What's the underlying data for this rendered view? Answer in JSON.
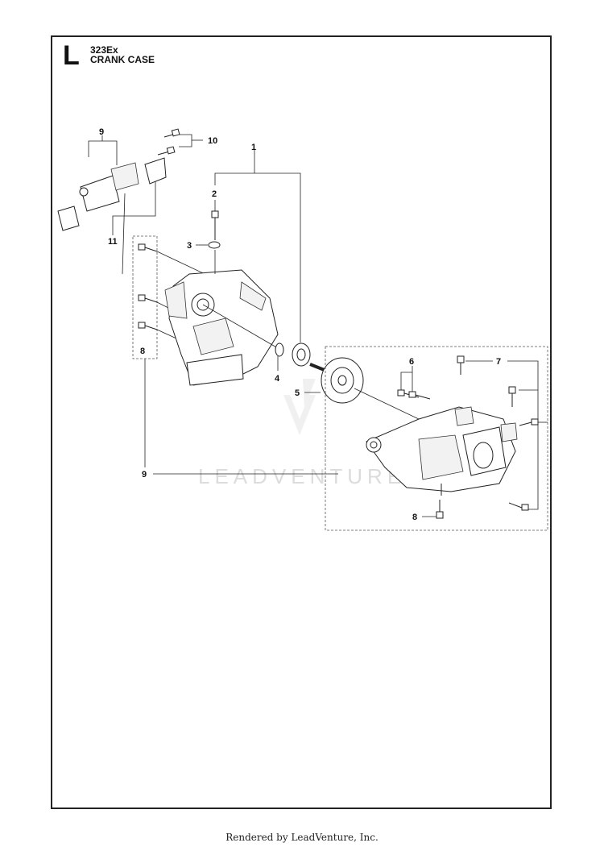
{
  "header": {
    "section_letter": "L",
    "model": "323Ex",
    "title": "CRANK CASE"
  },
  "callouts": {
    "c1": "1",
    "c2": "2",
    "c3": "3",
    "c4": "4",
    "c5": "5",
    "c6": "6",
    "c7": "7",
    "c8a": "8",
    "c8b": "8",
    "c9a": "9",
    "c9b": "9",
    "c10": "10",
    "c11": "11"
  },
  "watermark": {
    "text": "LEADVENTURE",
    "logo_icon": "leadventure-logo-icon"
  },
  "footer": {
    "text": "Rendered by LeadVenture, Inc."
  }
}
